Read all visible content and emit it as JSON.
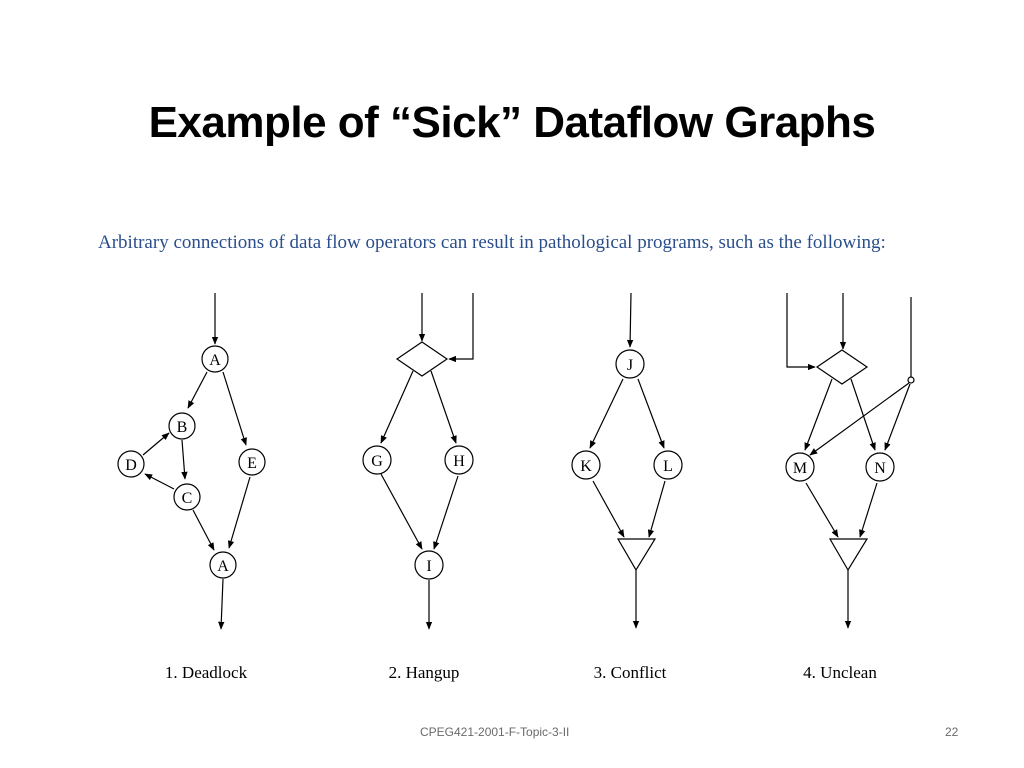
{
  "slide": {
    "title": "Example of “Sick” Dataflow Graphs",
    "intro": "Arbitrary connections of data flow operators can result in pathological programs, such as the following:"
  },
  "diagrams": [
    {
      "caption": "1. Deadlock",
      "nodes": [
        "A",
        "B",
        "D",
        "E",
        "C",
        "A"
      ]
    },
    {
      "caption": "2. Hangup",
      "nodes": [
        "G",
        "H",
        "I"
      ]
    },
    {
      "caption": "3. Conflict",
      "nodes": [
        "J",
        "K",
        "L"
      ]
    },
    {
      "caption": "4. Unclean",
      "nodes": [
        "M",
        "N"
      ]
    }
  ],
  "footer": {
    "course": "CPEG421-2001-F-Topic-3-II",
    "page": "22"
  }
}
